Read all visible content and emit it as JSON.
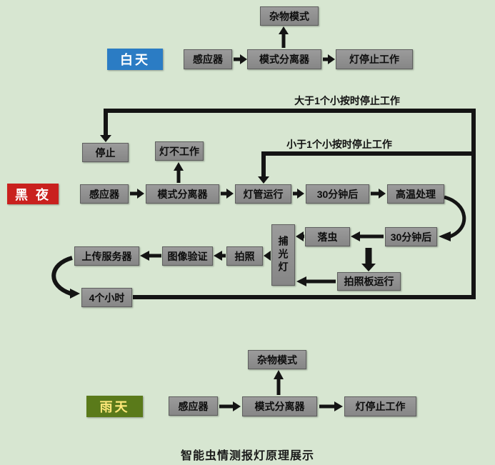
{
  "colors": {
    "background": "#d7e6d1",
    "box_gray": "#8f8f8f",
    "day_blue": "#2b7cc4",
    "night_red": "#c9211e",
    "rain_green": "#5a7a1a",
    "rain_label_text": "#ffe87a",
    "arrow_black": "#141414"
  },
  "day": {
    "label": "白天",
    "misc_mode": "杂物模式",
    "sensor": "感应器",
    "mode_separator": "模式分离器",
    "lamp_stop": "灯停止工作"
  },
  "night": {
    "label": "黑 夜",
    "gt_one_hour": "大于1个小按时停止工作",
    "lt_one_hour": "小于1个小按时停止工作",
    "stop": "停止",
    "lamp_off": "灯不工作",
    "sensor": "感应器",
    "mode_separator": "模式分离器",
    "lamp_run": "灯管运行",
    "after_30min_1": "30分钟后",
    "high_temp": "高温处理",
    "after_30min_2": "30分钟后",
    "insect_drop": "落虫",
    "light_trap": "捕光灯",
    "take_photo": "拍照",
    "image_verify": "图像验证",
    "upload_server": "上传服务器",
    "four_hours": "4个小时",
    "photo_board_run": "拍照板运行"
  },
  "rain": {
    "label": "雨天",
    "misc_mode": "杂物模式",
    "sensor": "感应器",
    "mode_separator": "模式分离器",
    "lamp_stop": "灯停止工作"
  },
  "caption": "智能虫情测报灯原理展示"
}
